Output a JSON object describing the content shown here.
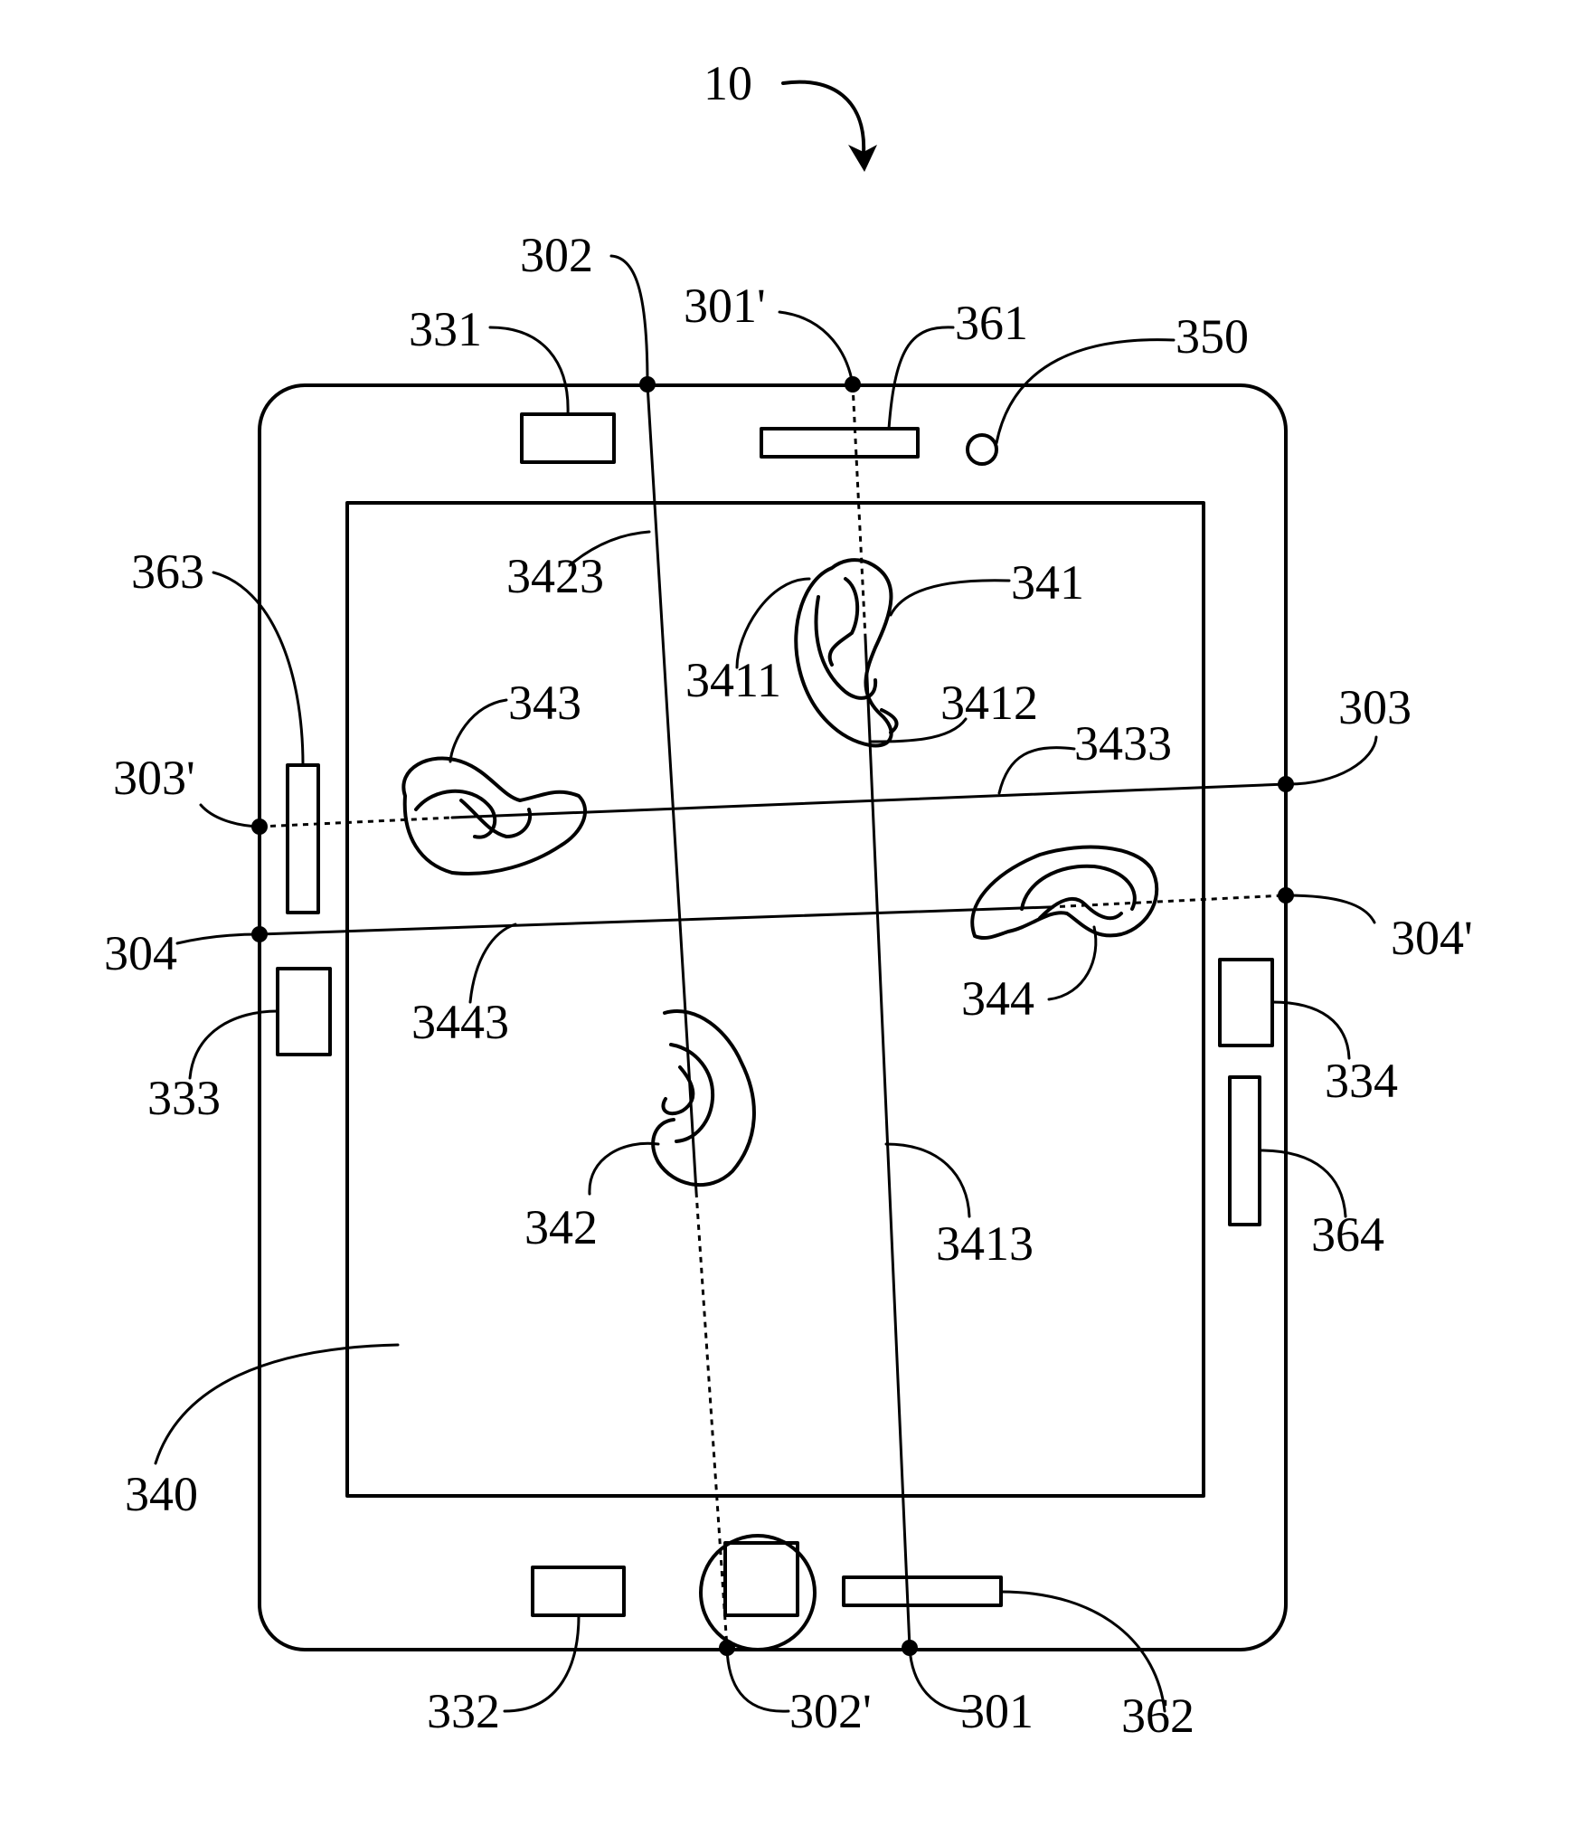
{
  "figure_ref": "10",
  "labels": {
    "l_302": "302",
    "l_301p": "301'",
    "l_361": "361",
    "l_350": "350",
    "l_331": "331",
    "l_363": "363",
    "l_3423": "3423",
    "l_341": "341",
    "l_3411": "3411",
    "l_343": "343",
    "l_3412": "3412",
    "l_303": "303",
    "l_3433": "3433",
    "l_303p": "303'",
    "l_304": "304",
    "l_304p": "304'",
    "l_3443": "3443",
    "l_344": "344",
    "l_333": "333",
    "l_334": "334",
    "l_342": "342",
    "l_3413": "3413",
    "l_364": "364",
    "l_340": "340",
    "l_332": "332",
    "l_302p": "302'",
    "l_301": "301",
    "l_362": "362"
  }
}
